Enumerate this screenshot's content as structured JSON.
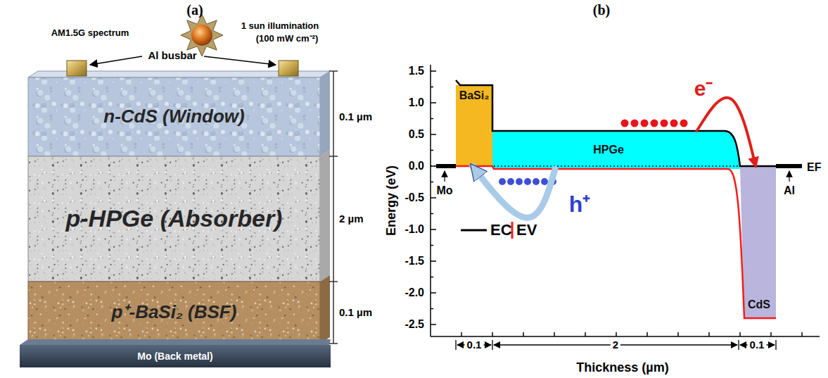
{
  "diagram": {
    "nodes": [
      {
        "text": [
          "n-CdS (Window)"
        ]
      },
      {
        "text": [
          "p-HPGe (Absorber)"
        ]
      },
      {
        "text": [
          "p⁺-BaSi₂ (BSF)"
        ]
      },
      {
        "text": [
          "Mo (Back metal)"
        ]
      },
      {
        "text": [
          "BaSi₂"
        ]
      },
      {
        "text": [
          "HPGe"
        ]
      },
      {
        "text": [
          "CdS"
        ]
      }
    ],
    "edges": [
      {
        "from": 5,
        "to": 6,
        "arrow": "to",
        "label": "e⁻"
      },
      {
        "from": 5,
        "to": 4,
        "arrow": "to",
        "label": "h⁺"
      }
    ],
    "labels": [
      "(a)",
      "(b)",
      "AM1.5G spectrum",
      "1 sun illumination",
      "(100 mW cm⁻²)",
      "Al busbar",
      "0.1 µm",
      "2 µm",
      "0.1 µm",
      "1.5",
      "1.0",
      "0.5",
      "0.0",
      "-0.5",
      "-1.0",
      "-1.5",
      "-2.0",
      "-2.5",
      "Energy (eV)",
      "Thickness (µm)",
      "Mo",
      "Al",
      "EF",
      "0.1",
      "2",
      "0.1"
    ],
    "legend": [
      {
        "text": "EC"
      },
      {
        "text": "EV"
      }
    ]
  }
}
